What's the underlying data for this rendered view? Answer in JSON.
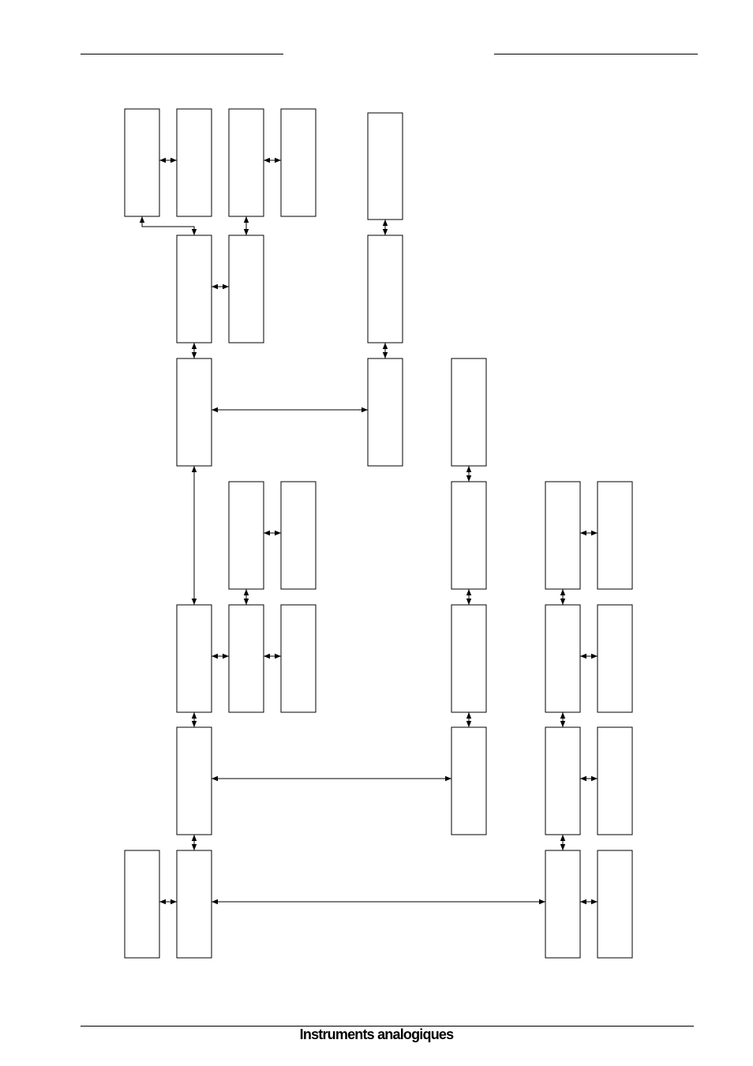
{
  "footer": {
    "title": "Instruments analogiques"
  },
  "colors": {
    "stroke": "#000000",
    "background": "#ffffff"
  },
  "diagram": {
    "boxes": [
      {
        "id": "b-r1-c1"
      },
      {
        "id": "b-r1-c2"
      },
      {
        "id": "b-r1-c3"
      },
      {
        "id": "b-r1-c4"
      },
      {
        "id": "b-r1-c5"
      },
      {
        "id": "b-r2-c2"
      },
      {
        "id": "b-r2-c3"
      },
      {
        "id": "b-r2-c5"
      },
      {
        "id": "b-r3-c2"
      },
      {
        "id": "b-r3-c5"
      },
      {
        "id": "b-r3-c6"
      },
      {
        "id": "b-r4-c3"
      },
      {
        "id": "b-r4-c4"
      },
      {
        "id": "b-r4-c6"
      },
      {
        "id": "b-r4-c7"
      },
      {
        "id": "b-r4-c8"
      },
      {
        "id": "b-r5-c2"
      },
      {
        "id": "b-r5-c3"
      },
      {
        "id": "b-r5-c4"
      },
      {
        "id": "b-r5-c6"
      },
      {
        "id": "b-r5-c7"
      },
      {
        "id": "b-r5-c8"
      },
      {
        "id": "b-r6-c2"
      },
      {
        "id": "b-r6-c6"
      },
      {
        "id": "b-r6-c7"
      },
      {
        "id": "b-r6-c8"
      },
      {
        "id": "b-r7-c1"
      },
      {
        "id": "b-r7-c2"
      },
      {
        "id": "b-r7-c7"
      },
      {
        "id": "b-r7-c8"
      }
    ],
    "connectors": [
      {
        "from": "b-r1-c1",
        "to": "b-r1-c2"
      },
      {
        "from": "b-r1-c3",
        "to": "b-r1-c4"
      },
      {
        "from": "b-r1-c3",
        "to": "b-r2-c3"
      },
      {
        "from": "b-r1-c5",
        "to": "b-r2-c5"
      },
      {
        "from": "b-r1-c1",
        "to": "b-r2-c2"
      },
      {
        "from": "b-r2-c2",
        "to": "b-r2-c3"
      },
      {
        "from": "b-r2-c2",
        "to": "b-r3-c2"
      },
      {
        "from": "b-r2-c5",
        "to": "b-r3-c5"
      },
      {
        "from": "b-r3-c2",
        "to": "b-r3-c5"
      },
      {
        "from": "b-r3-c6",
        "to": "b-r4-c6"
      },
      {
        "from": "b-r3-c2",
        "to": "b-r5-c2"
      },
      {
        "from": "b-r4-c3",
        "to": "b-r4-c4"
      },
      {
        "from": "b-r4-c3",
        "to": "b-r5-c3"
      },
      {
        "from": "b-r4-c6",
        "to": "b-r5-c6"
      },
      {
        "from": "b-r4-c7",
        "to": "b-r4-c8"
      },
      {
        "from": "b-r4-c7",
        "to": "b-r5-c7"
      },
      {
        "from": "b-r5-c2",
        "to": "b-r5-c3"
      },
      {
        "from": "b-r5-c3",
        "to": "b-r5-c4"
      },
      {
        "from": "b-r5-c7",
        "to": "b-r5-c8"
      },
      {
        "from": "b-r5-c2",
        "to": "b-r6-c2"
      },
      {
        "from": "b-r5-c6",
        "to": "b-r6-c6"
      },
      {
        "from": "b-r5-c7",
        "to": "b-r6-c7"
      },
      {
        "from": "b-r6-c2",
        "to": "b-r6-c6"
      },
      {
        "from": "b-r6-c7",
        "to": "b-r6-c8"
      },
      {
        "from": "b-r6-c2",
        "to": "b-r7-c2"
      },
      {
        "from": "b-r6-c7",
        "to": "b-r7-c7"
      },
      {
        "from": "b-r7-c1",
        "to": "b-r7-c2"
      },
      {
        "from": "b-r7-c2",
        "to": "b-r7-c7"
      },
      {
        "from": "b-r7-c7",
        "to": "b-r7-c8"
      }
    ]
  }
}
